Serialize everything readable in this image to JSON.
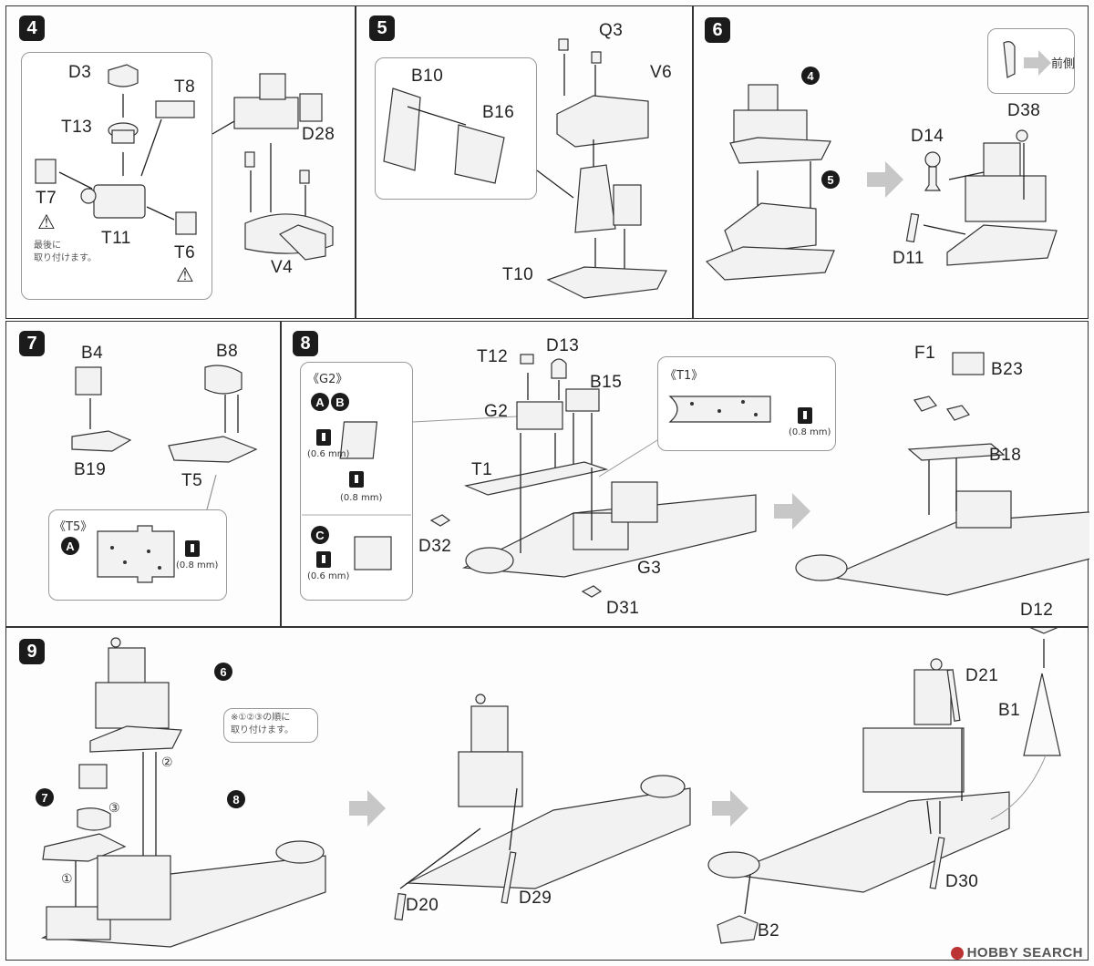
{
  "steps": {
    "s4": {
      "number": "4",
      "parts": [
        "D3",
        "T8",
        "T13",
        "D28",
        "T7",
        "T11",
        "T6",
        "V4"
      ],
      "note": "最後に\n取り付けます。"
    },
    "s5": {
      "number": "5",
      "parts": [
        "Q3",
        "V6",
        "B10",
        "B16",
        "T10"
      ]
    },
    "s6": {
      "number": "6",
      "refs": [
        "4",
        "5"
      ],
      "parts": [
        "D38",
        "D14",
        "D11"
      ],
      "front_label": "前側"
    },
    "s7": {
      "number": "7",
      "parts": [
        "B4",
        "B8",
        "B19",
        "T5"
      ],
      "t5_title": "《T5》",
      "t5_hole": "A",
      "t5_size": "(0.8 mm)"
    },
    "s8": {
      "number": "8",
      "parts": [
        "T12",
        "D13",
        "B15",
        "G2",
        "T1",
        "D32",
        "G3",
        "D31",
        "F1",
        "B23",
        "B18"
      ],
      "g2_title": "《G2》",
      "g2_ab": [
        "A",
        "B"
      ],
      "g2_size1": "(0.6 mm)",
      "g2_size2": "(0.8 mm)",
      "c_label": "C",
      "c_size": "(0.6 mm)",
      "t1_title": "《T1》",
      "t1_size": "(0.8 mm)"
    },
    "s9": {
      "number": "9",
      "refs": [
        "6",
        "7",
        "8"
      ],
      "order_note": "※①②③の順に\n取り付けます。",
      "circled": [
        "①",
        "②",
        "③"
      ],
      "parts": [
        "D12",
        "D21",
        "B1",
        "D20",
        "D29",
        "D30",
        "B2"
      ]
    }
  },
  "watermark": "HOBBY SEARCH"
}
